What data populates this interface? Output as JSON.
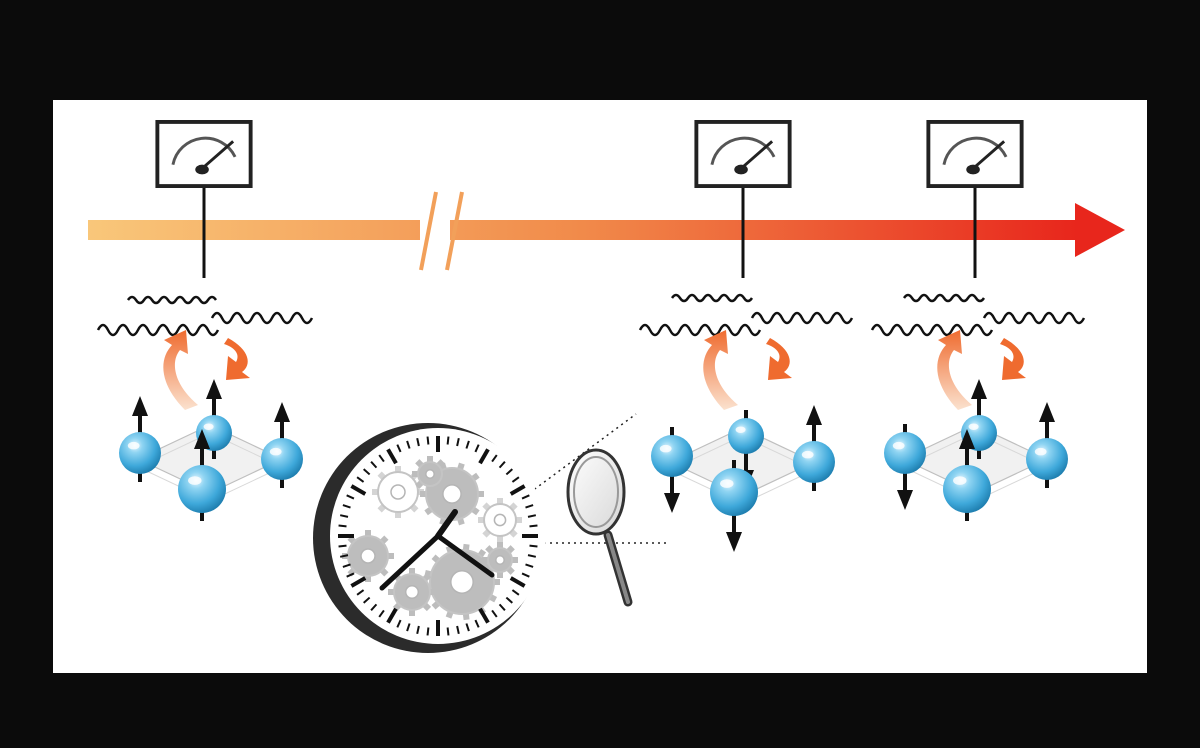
{
  "diagram": {
    "description_visible_text": "",
    "timeline": {
      "gradient_start": "#f9c77a",
      "gradient_end": "#e8261c",
      "has_axis_break": true,
      "direction": "right"
    },
    "meters": [
      {
        "name": "meter-1"
      },
      {
        "name": "meter-2"
      },
      {
        "name": "meter-3"
      }
    ],
    "spin_lattices": [
      {
        "spins": [
          "up",
          "up",
          "up",
          "up"
        ]
      },
      {
        "spins": [
          "down",
          "up",
          "down",
          "down"
        ]
      },
      {
        "spins": [
          "up",
          "up",
          "up",
          "down"
        ]
      }
    ],
    "colors": {
      "background": "#0b0b0b",
      "panel": "#ffffff",
      "spin_ball": "#4fb7e3",
      "arrow_orange": "#f07a3c",
      "gear_gray": "#bdbdbd"
    },
    "icons": [
      "gauge-icon",
      "wave-icon",
      "clock-icon",
      "gear-icon",
      "magnifier-icon",
      "spin-arrow-icon"
    ]
  }
}
